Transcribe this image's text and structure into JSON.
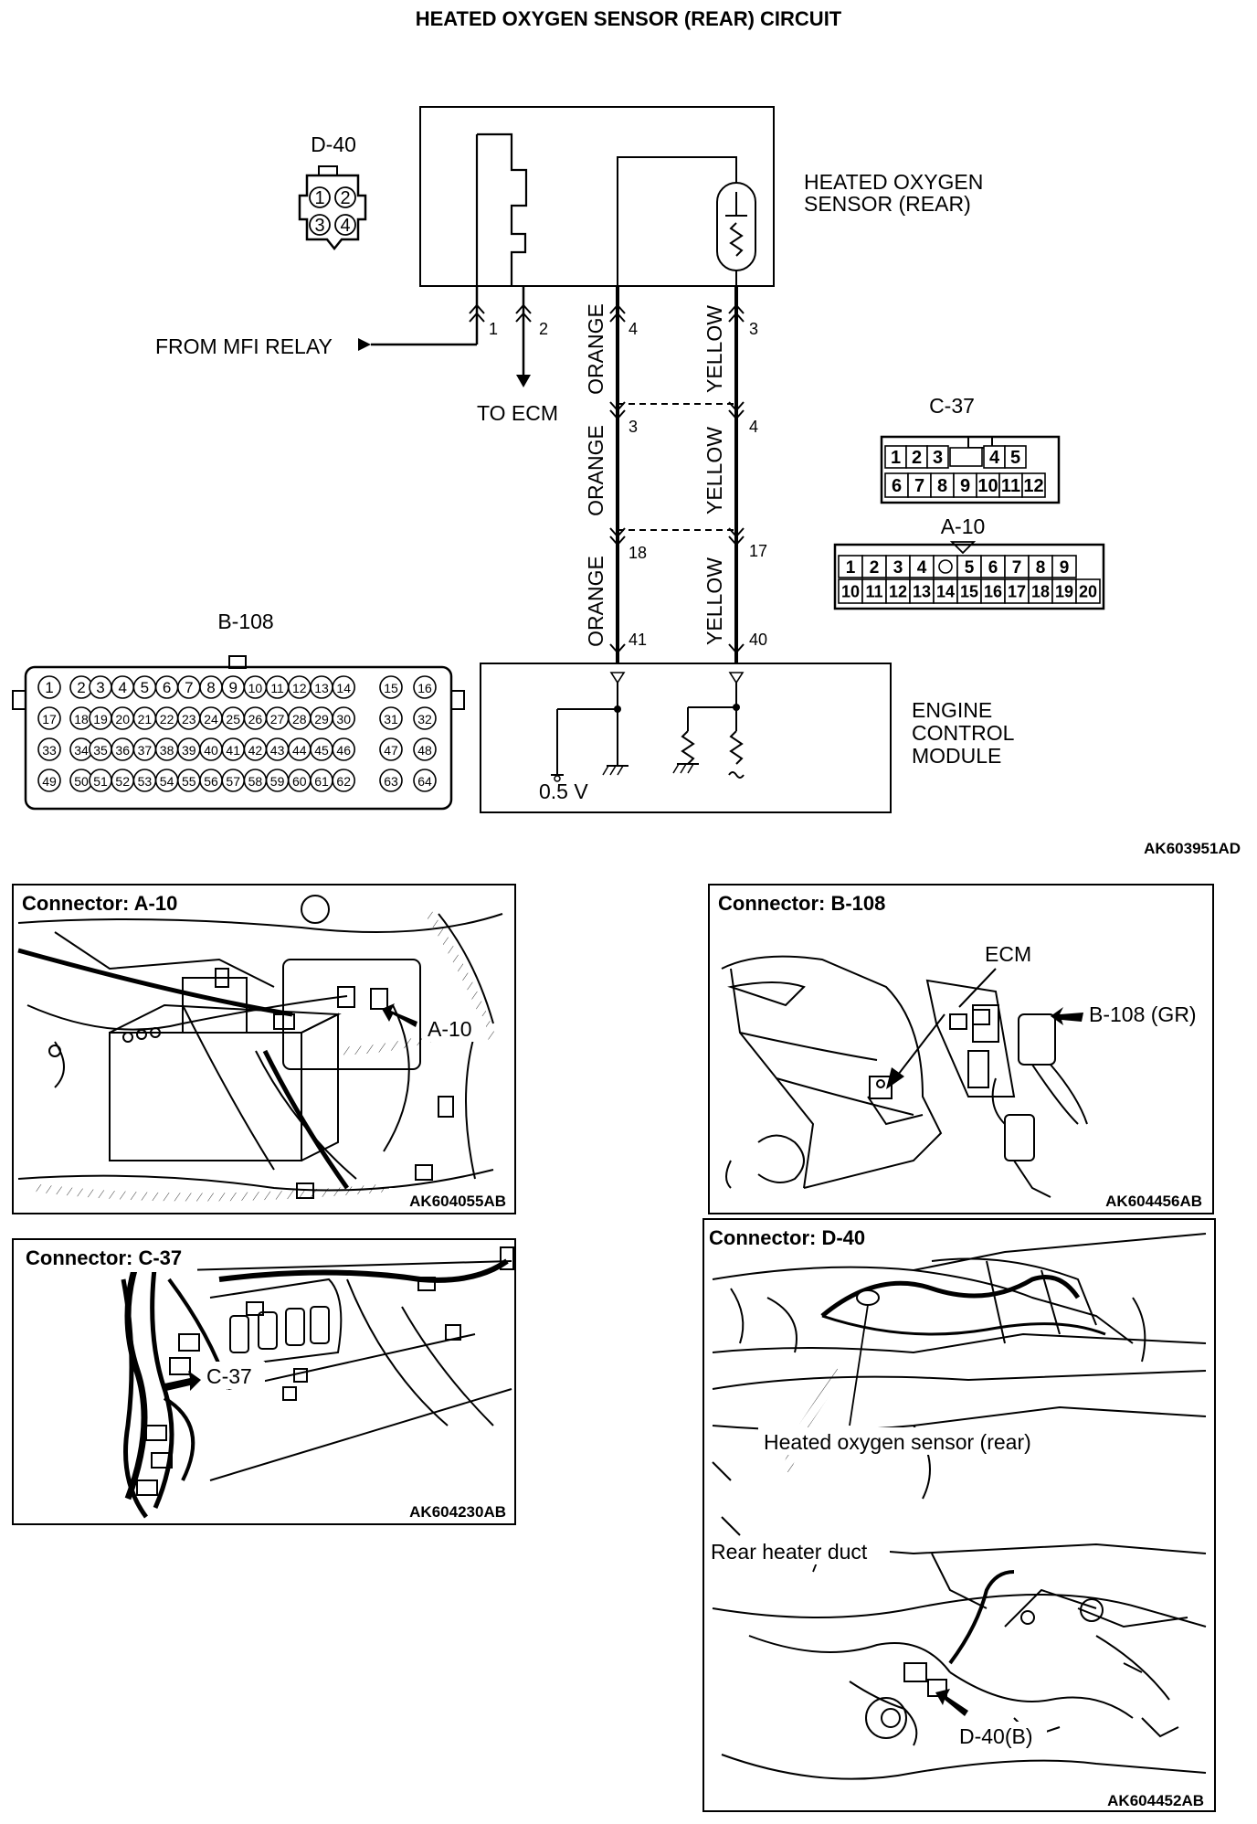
{
  "title": "HEATED OXYGEN SENSOR (REAR) CIRCUIT",
  "components": {
    "sensor_line1": "HEATED OXYGEN",
    "sensor_line2": "SENSOR (REAR)",
    "ecm_line1": "ENGINE",
    "ecm_line2": "CONTROL",
    "ecm_line3": "MODULE",
    "from_relay": "FROM MFI RELAY",
    "to_ecm": "TO ECM",
    "voltage": "0.5 V"
  },
  "wires": {
    "orange": "ORANGE",
    "yellow": "YELLOW"
  },
  "pins": {
    "sensor_1": "1",
    "sensor_2": "2",
    "sensor_4": "4",
    "sensor_3": "3",
    "c37_orange": "3",
    "c37_yellow": "4",
    "a10_orange": "18",
    "a10_yellow": "17",
    "ecm_orange": "41",
    "ecm_yellow": "40"
  },
  "connectors": {
    "d40": {
      "label": "D-40",
      "pins": [
        "1",
        "2",
        "3",
        "4"
      ]
    },
    "c37": {
      "label": "C-37",
      "row1": [
        "1",
        "2",
        "3",
        "",
        "4",
        "5"
      ],
      "row2": [
        "6",
        "7",
        "8",
        "9",
        "10",
        "11",
        "12"
      ]
    },
    "a10": {
      "label": "A-10",
      "row1": [
        "1",
        "2",
        "3",
        "4",
        "",
        "5",
        "6",
        "7",
        "8",
        "9"
      ],
      "row2": [
        "10",
        "11",
        "12",
        "13",
        "14",
        "15",
        "16",
        "17",
        "18",
        "19",
        "20"
      ]
    },
    "b108": {
      "label": "B-108",
      "count": 64
    }
  },
  "figure_code_main": "AK603951AD",
  "panels": {
    "a10": {
      "title": "Connector: A-10",
      "callout": "A-10",
      "code": "AK604055AB"
    },
    "b108": {
      "title": "Connector: B-108",
      "callout_ecm": "ECM",
      "callout": "B-108 (GR)",
      "code": "AK604456AB"
    },
    "c37": {
      "title": "Connector: C-37",
      "callout": "C-37",
      "code": "AK604230AB"
    },
    "d40": {
      "title": "Connector: D-40",
      "callout_sensor": "Heated oxygen sensor (rear)",
      "callout_duct": "Rear heater duct",
      "callout": "D-40(B)",
      "code": "AK604452AB"
    }
  }
}
